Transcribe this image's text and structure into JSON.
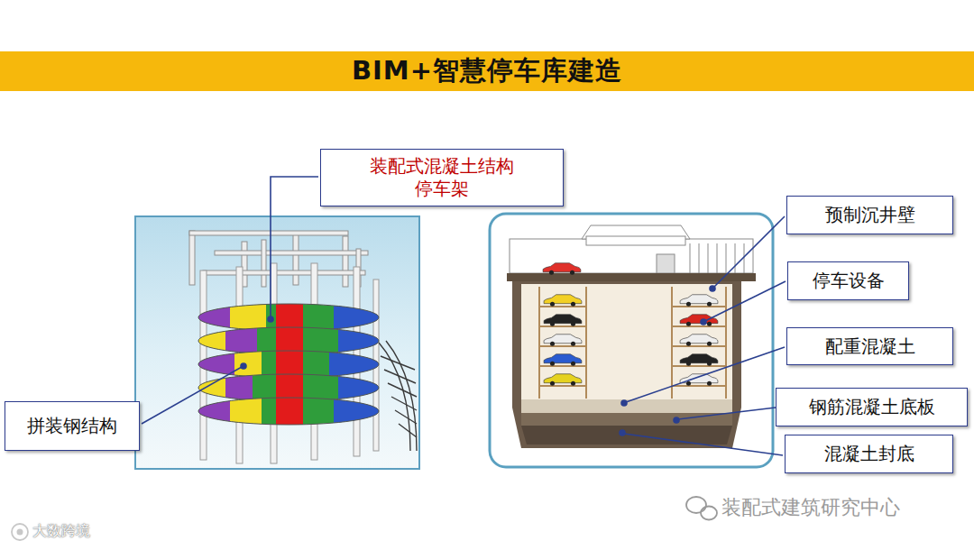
{
  "diagram": {
    "title": "BIM+智慧停车库建造",
    "nodes": [
      {
        "text": [
          "装配式混凝土结构 停车架"
        ]
      },
      {
        "text": [
          "预制沉井壁"
        ]
      },
      {
        "text": [
          "停车设备"
        ]
      },
      {
        "text": [
          "配重混凝土"
        ]
      },
      {
        "text": [
          "钢筋混凝土底板"
        ]
      },
      {
        "text": [
          "拼装钢结构"
        ]
      },
      {
        "text": [
          "混凝土封底"
        ]
      }
    ],
    "labels": [
      "装配式建筑研究中心",
      "大数跨境"
    ]
  }
}
